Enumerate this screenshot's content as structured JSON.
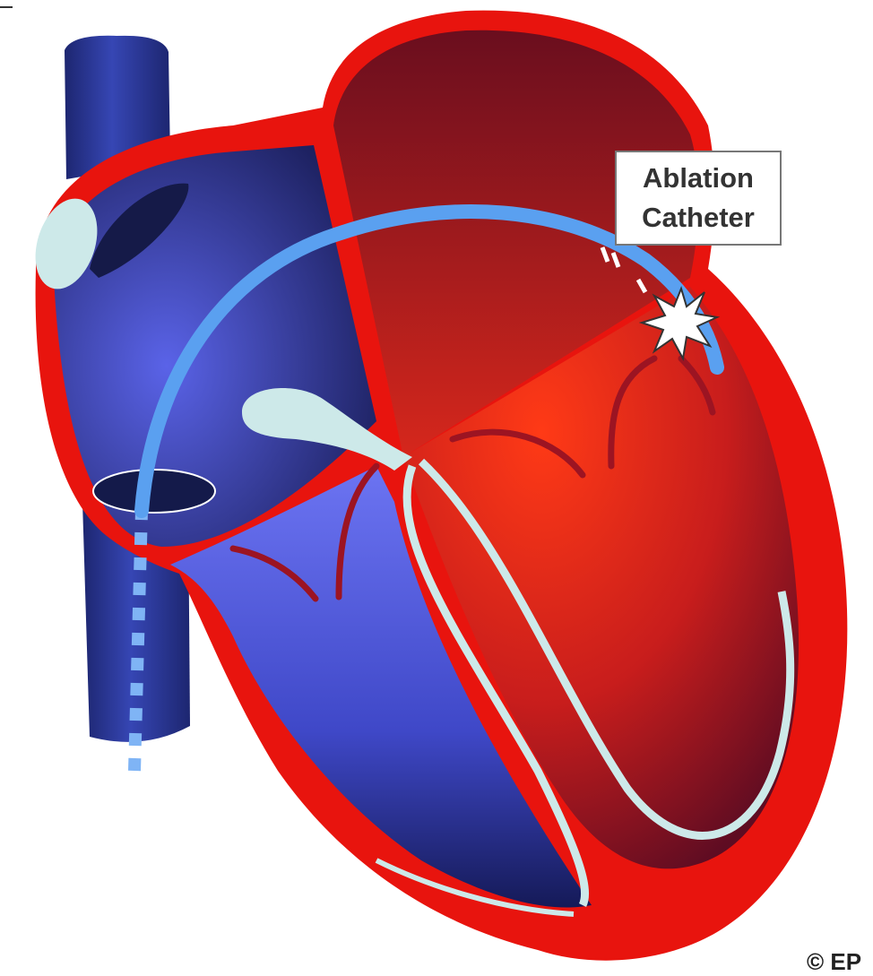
{
  "callout": {
    "line1": "Ablation",
    "line2": "Catheter"
  },
  "copyright": "© EP",
  "colors": {
    "wall": "#e8140e",
    "right_chambers": "#4a55d8",
    "left_chambers": "#c0201a",
    "vessel": "#2b3a9c",
    "conduction": "#cde9e9",
    "catheter": "#5aa0f0",
    "purkinje": "#9c1422",
    "ablation_spark": "#ffffff"
  }
}
